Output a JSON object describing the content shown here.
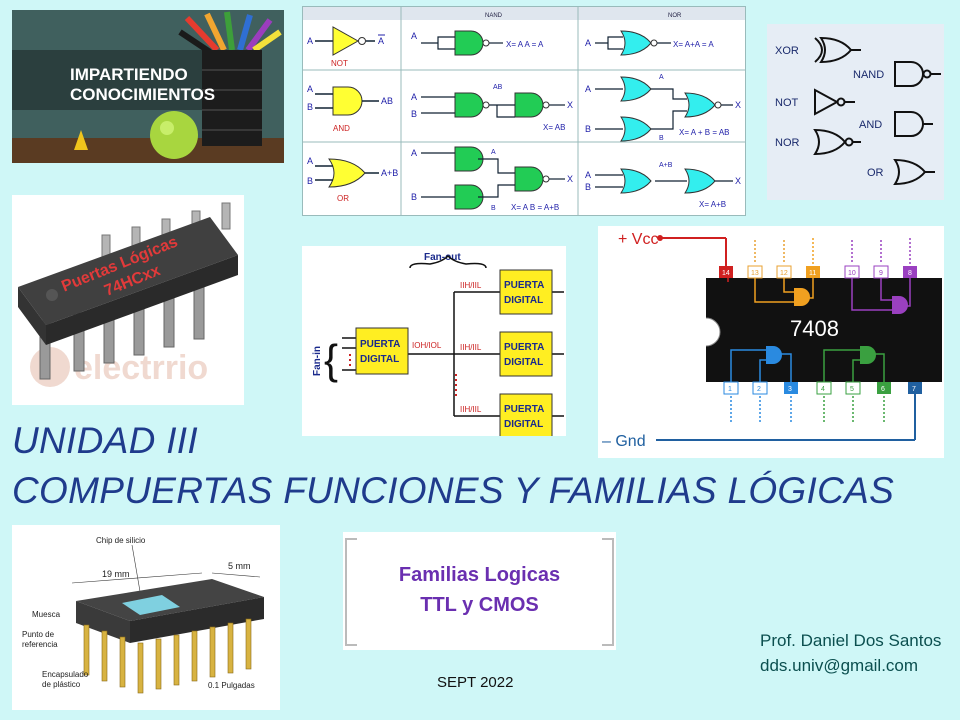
{
  "panels": {
    "banner_text": "IMPARTIENDO CONOCIMIENTOS",
    "banner_line1": "IMPARTIENDO",
    "banner_line2": "CONOCIMIENTOS",
    "gate_table": {
      "col_nand": "NAND",
      "col_nor": "NOR",
      "not_label": "NOT",
      "and_label": "AND",
      "or_label": "OR",
      "in_a": "A",
      "in_b": "B",
      "out_not": "A",
      "out_and": "AB",
      "out_or": "A+B",
      "out_x": "X",
      "nand_not_eq": "X= A A = A",
      "nand_and_eq": "X= AB",
      "nand_or_eq": "X= A B = A+B",
      "nor_not_eq": "X= A+A = A",
      "nor_and_eq": "X= A + B = AB",
      "nor_or_eq": "X= A+B",
      "ab_bar": "AB",
      "a_bar": "A",
      "b_bar": "B",
      "apb_bar": "A+B"
    },
    "symbols": {
      "xor": "XOR",
      "nand": "NAND",
      "not": "NOT",
      "and": "AND",
      "nor": "NOR",
      "or": "OR"
    },
    "chip_label_line1": "Puertas Lógicas",
    "chip_label_line2": "74HCxx",
    "chip_watermark": "electrrio",
    "fan": {
      "fan_out": "Fan-out",
      "fan_in": "Fan-in",
      "gate_label": "PUERTA DIGITAL",
      "gate_line1": "PUERTA",
      "gate_line2": "DIGITAL",
      "ioh": "IOH/IOL",
      "iih": "IIH/IIL"
    },
    "ic7408": {
      "name": "7408",
      "vcc": "+ Vcc",
      "gnd": "– Gnd",
      "top_pins": [
        "14",
        "13",
        "12",
        "11",
        "10",
        "9",
        "8"
      ],
      "bottom_pins": [
        "1",
        "2",
        "3",
        "4",
        "5",
        "6",
        "7"
      ]
    },
    "package": {
      "chip": "Chip de silicio",
      "len19": "19 mm",
      "len5": "5 mm",
      "muesca": "Muesca",
      "punto1": "Punto de",
      "punto2": "referencia",
      "encap1": "Encapsulado",
      "encap2": "de plástico",
      "pulgadas": "0.1 Pulgadas"
    },
    "familias_line1": "Familias Logicas",
    "familias_line2": "TTL y CMOS"
  },
  "title_line1": "UNIDAD III",
  "title_line2": "COMPUERTAS FUNCIONES Y FAMILIAS LÓGICAS",
  "author": "Prof. Daniel Dos Santos",
  "email": "dds.univ@gmail.com",
  "date": "SEPT 2022",
  "colors": {
    "background": "#cff7f7",
    "title": "#1f3b8c",
    "author": "#0b4f4f",
    "gate_yellow": "#ffff33",
    "gate_green": "#22cc55",
    "gate_cyan": "#33eeee",
    "familias": "#6a2fb0"
  }
}
